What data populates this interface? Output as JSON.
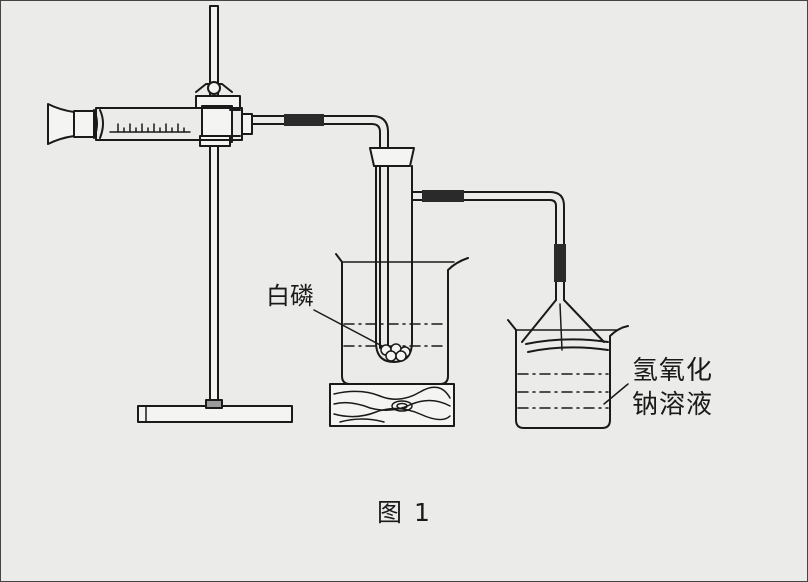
{
  "labels": {
    "white_phosphorus": "白磷",
    "naoh_line1": "氢氧化",
    "naoh_line2": "钠溶液",
    "caption": "图 1"
  },
  "colors": {
    "ink": "#1a1a1a",
    "paper": "#ebebea",
    "tube_joint": "#2a2a2a"
  }
}
